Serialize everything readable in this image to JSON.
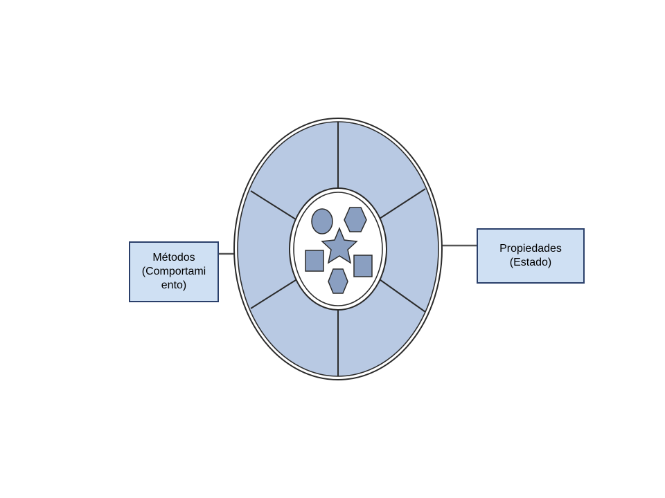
{
  "labels": {
    "methods_line1": "Métodos",
    "methods_line2": "(Comportami",
    "methods_line3": "ento)",
    "properties_line1": "Propiedades",
    "properties_line2": "(Estado)"
  },
  "colors": {
    "ring_fill": "#b8c9e3",
    "shape_fill": "#8a9fc1",
    "label_fill": "#cfe0f3",
    "outline": "#2b2b2b",
    "label_border": "#2a3f6a",
    "inner_fill": "#ffffff"
  },
  "icons": {
    "outer_ring": "segmented-ellipse",
    "center_shapes": [
      "circle",
      "hexagon",
      "star",
      "square",
      "square",
      "hexagon"
    ]
  }
}
